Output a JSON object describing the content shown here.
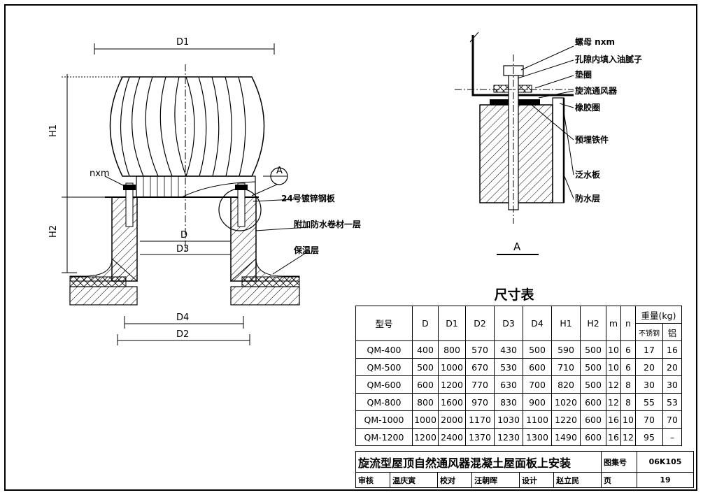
{
  "drawing": {
    "labels": {
      "d1": "D1",
      "h1": "H1",
      "h2": "H2",
      "d": "D",
      "d3": "D3",
      "d4": "D4",
      "d2": "D2",
      "nxm": "nxm",
      "detail_ref": "A",
      "galvanized_plate": "24号镀锌钢板",
      "waterproof_membrane": "附加防水卷材一层",
      "insulation": "保温层"
    }
  },
  "detail": {
    "labels": {
      "nut": "螺母 nxm",
      "hole_fill": "孔隙内填入油腻子",
      "washer": "垫圈",
      "ventilator": "旋流通风器",
      "rubber_ring": "橡胶圈",
      "embedded_iron": "预埋铁件",
      "flashing": "泛水板",
      "waterproof_layer": "防水层",
      "section_label": "A"
    }
  },
  "size_table": {
    "title": "尺寸表",
    "headers": {
      "model": "型号",
      "d": "D",
      "d1": "D1",
      "d2": "D2",
      "d3": "D3",
      "d4": "D4",
      "h1": "H1",
      "h2": "H2",
      "m": "m",
      "n": "n",
      "weight": "重量(kg)",
      "stainless": "不锈钢",
      "aluminum": "铝"
    },
    "rows": [
      [
        "QM-400",
        "400",
        "800",
        "570",
        "430",
        "500",
        "590",
        "500",
        "10",
        "6",
        "17",
        "16"
      ],
      [
        "QM-500",
        "500",
        "1000",
        "670",
        "530",
        "600",
        "710",
        "500",
        "10",
        "6",
        "20",
        "20"
      ],
      [
        "QM-600",
        "600",
        "1200",
        "770",
        "630",
        "700",
        "820",
        "500",
        "12",
        "8",
        "30",
        "30"
      ],
      [
        "QM-800",
        "800",
        "1600",
        "970",
        "830",
        "900",
        "1020",
        "600",
        "12",
        "8",
        "55",
        "53"
      ],
      [
        "QM-1000",
        "1000",
        "2000",
        "1170",
        "1030",
        "1100",
        "1220",
        "600",
        "16",
        "10",
        "70",
        "70"
      ],
      [
        "QM-1200",
        "1200",
        "2400",
        "1370",
        "1230",
        "1300",
        "1490",
        "600",
        "16",
        "12",
        "95",
        "–"
      ]
    ]
  },
  "title_block": {
    "title": "旋流型屋顶自然通风器混凝土屋面板上安装",
    "atlas_label": "图集号",
    "atlas_no": "06K105",
    "review_label": "审核",
    "reviewer": "温庆寅",
    "check_label": "校对",
    "checker": "汪朝晖",
    "design_label": "设计",
    "designer": "赵立民",
    "page_label": "页",
    "page_no": "19"
  }
}
